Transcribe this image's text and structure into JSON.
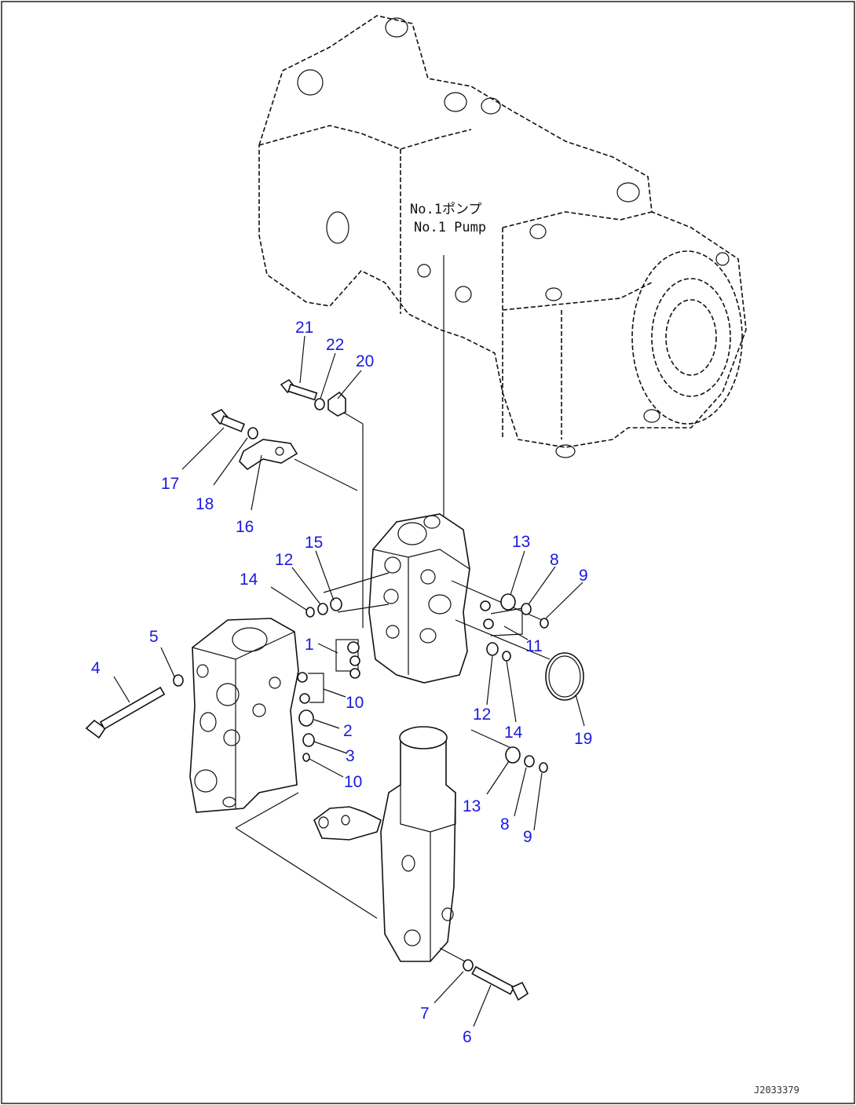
{
  "pump_label": {
    "line1": "No.1ポンプ",
    "line2": "No.1 Pump"
  },
  "drawing_code": "J2033379",
  "callouts": {
    "c1": "1",
    "c2": "2",
    "c3": "3",
    "c4": "4",
    "c5": "5",
    "c6": "6",
    "c7": "7",
    "c8a": "8",
    "c8b": "8",
    "c9a": "9",
    "c9b": "9",
    "c10a": "10",
    "c10b": "10",
    "c11": "11",
    "c12a": "12",
    "c12b": "12",
    "c13a": "13",
    "c13b": "13",
    "c14a": "14",
    "c14b": "14",
    "c15": "15",
    "c16": "16",
    "c17": "17",
    "c18": "18",
    "c19": "19",
    "c20": "20",
    "c21": "21",
    "c22": "22"
  },
  "colors": {
    "callout": "#1a1adf",
    "line": "#111111"
  }
}
